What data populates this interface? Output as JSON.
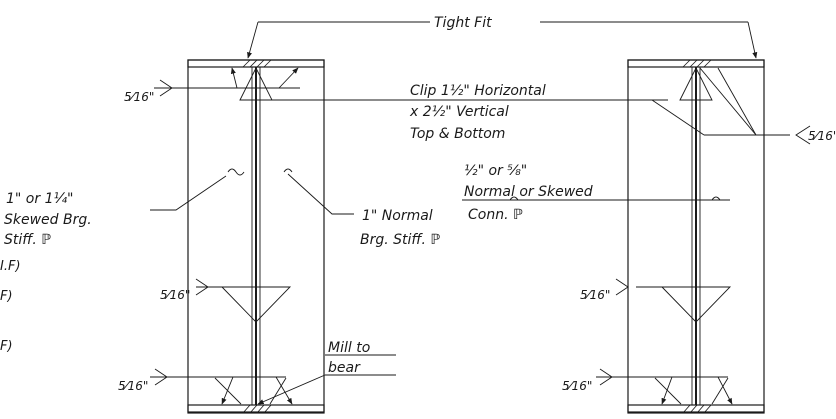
{
  "labels": {
    "tight_fit": "Tight Fit",
    "clip_line1": "Clip 1½\" Horizontal",
    "clip_line2": "x 2½\" Vertical",
    "clip_line3": "Top & Bottom",
    "conn_line1": "½\" or ⅝\"",
    "conn_line2": "Normal or Skewed",
    "conn_line3": "Conn. ℙ",
    "skewed_line1": "1\" or 1¼\"",
    "skewed_line2": "Skewed Brg.",
    "skewed_line3": "Stiff. ℙ",
    "normal_line1": "1\" Normal",
    "normal_line2": "Brg. Stiff. ℙ",
    "mill_line1": "Mill to",
    "mill_line2": "bear",
    "weld_size": "5⁄16\"",
    "partial_1": "I.F)",
    "partial_2": "F)",
    "partial_3": "F)"
  }
}
